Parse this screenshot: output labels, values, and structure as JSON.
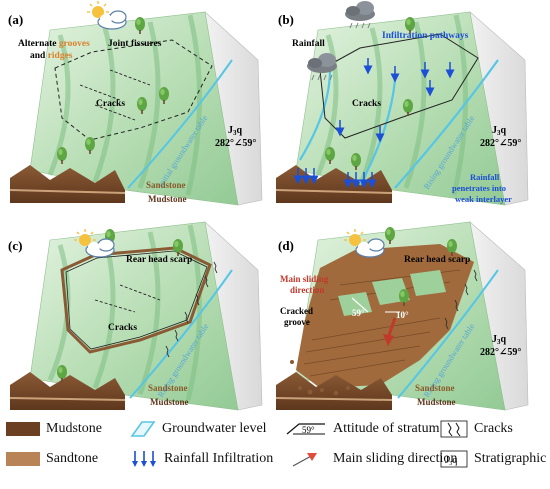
{
  "panels": {
    "a": {
      "label": "(a)",
      "alternate_grooves_prefix": "Alternate ",
      "alternate_grooves_word": "grooves",
      "and_word": "and ",
      "ridges_word": "ridges",
      "joint_fissures": "Joint fissures",
      "cracks": "Cracks",
      "groundwater": "Initial groundwater table",
      "stratum_code": "J",
      "stratum_sub": "3",
      "stratum_suffix": "q",
      "attitude": "282°∠59°",
      "sandstone": "Sandstone",
      "mudstone": "Mudstone"
    },
    "b": {
      "label": "(b)",
      "rainfall": "Rainfall",
      "infiltration": "Infiltration pathways",
      "cracks": "Cracks",
      "groundwater": "Rising groundwater table",
      "stratum_code": "J",
      "stratum_sub": "3",
      "stratum_suffix": "q",
      "attitude": "282°∠59°",
      "penetrates_line1": "Rainfall",
      "penetrates_line2": "penetrates into",
      "penetrates_line3": "weak interlayer"
    },
    "c": {
      "label": "(c)",
      "rear_scarp": "Rear head scarp",
      "cracks": "Cracks",
      "groundwater": "Rising groundwater table",
      "sandstone": "Sandstone",
      "mudstone": "Mudstone"
    },
    "d": {
      "label": "(d)",
      "rear_scarp": "Rear head scarp",
      "main_sliding_line1": "Main sliding",
      "main_sliding_line2": "direction",
      "cracked_line1": "Cracked",
      "cracked_line2": "groove",
      "angle_59": "59°",
      "angle_10": "10°",
      "groundwater": "Rising groundwater table",
      "stratum_code": "J",
      "stratum_sub": "3",
      "stratum_suffix": "q",
      "attitude": "282°∠59°",
      "sandstone": "Sandstone",
      "mudstone": "Mudstone"
    }
  },
  "legend": {
    "mudstone": "Mudstone",
    "sandstone": "Sandtone",
    "groundwater": "Groundwater level",
    "rainfall": "Rainfall Infiltration",
    "attitude": "Attitude of stratum",
    "attitude_symbol": "59°",
    "sliding": "Main sliding direction",
    "cracks": "Cracks",
    "strat_age": "Stratigraphic age",
    "strat_symbol": "J₃q"
  },
  "colors": {
    "slope_top": "#d5ecd2",
    "slope_mid": "#a8d5a6",
    "ridge_dark": "#7fbf84",
    "mudstone": "#6b3f22",
    "sandstone": "#b88457",
    "groundwater": "#56c6e6",
    "infiltration": "#1b4fd6",
    "orange_text": "#d9822b",
    "red_text": "#c0392b",
    "slide_mass": "#a06a3c",
    "tree": "#6bb04a"
  }
}
